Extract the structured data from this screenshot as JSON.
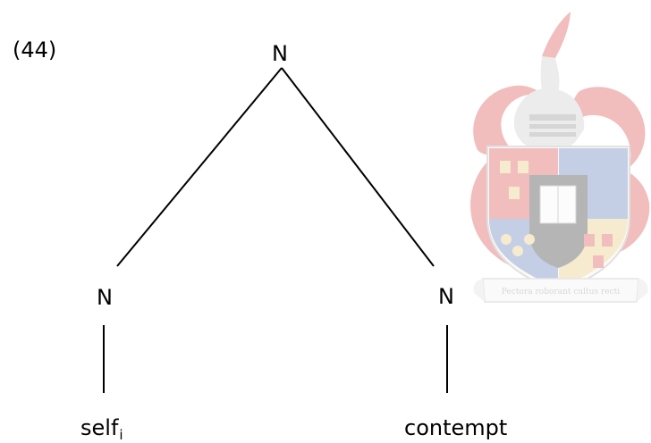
{
  "example_number": "(44)",
  "tree": {
    "root_label": "N",
    "left_label": "N",
    "right_label": "N",
    "left_leaf": {
      "word": "self",
      "index": "i"
    },
    "right_leaf": {
      "word": "contempt"
    }
  },
  "crest": {
    "motto": "Pectora roborant cultus recti",
    "colors": {
      "red": "#d84444",
      "blue": "#5a78b6",
      "gold": "#e8c777",
      "gray": "#c9c9c9"
    }
  }
}
